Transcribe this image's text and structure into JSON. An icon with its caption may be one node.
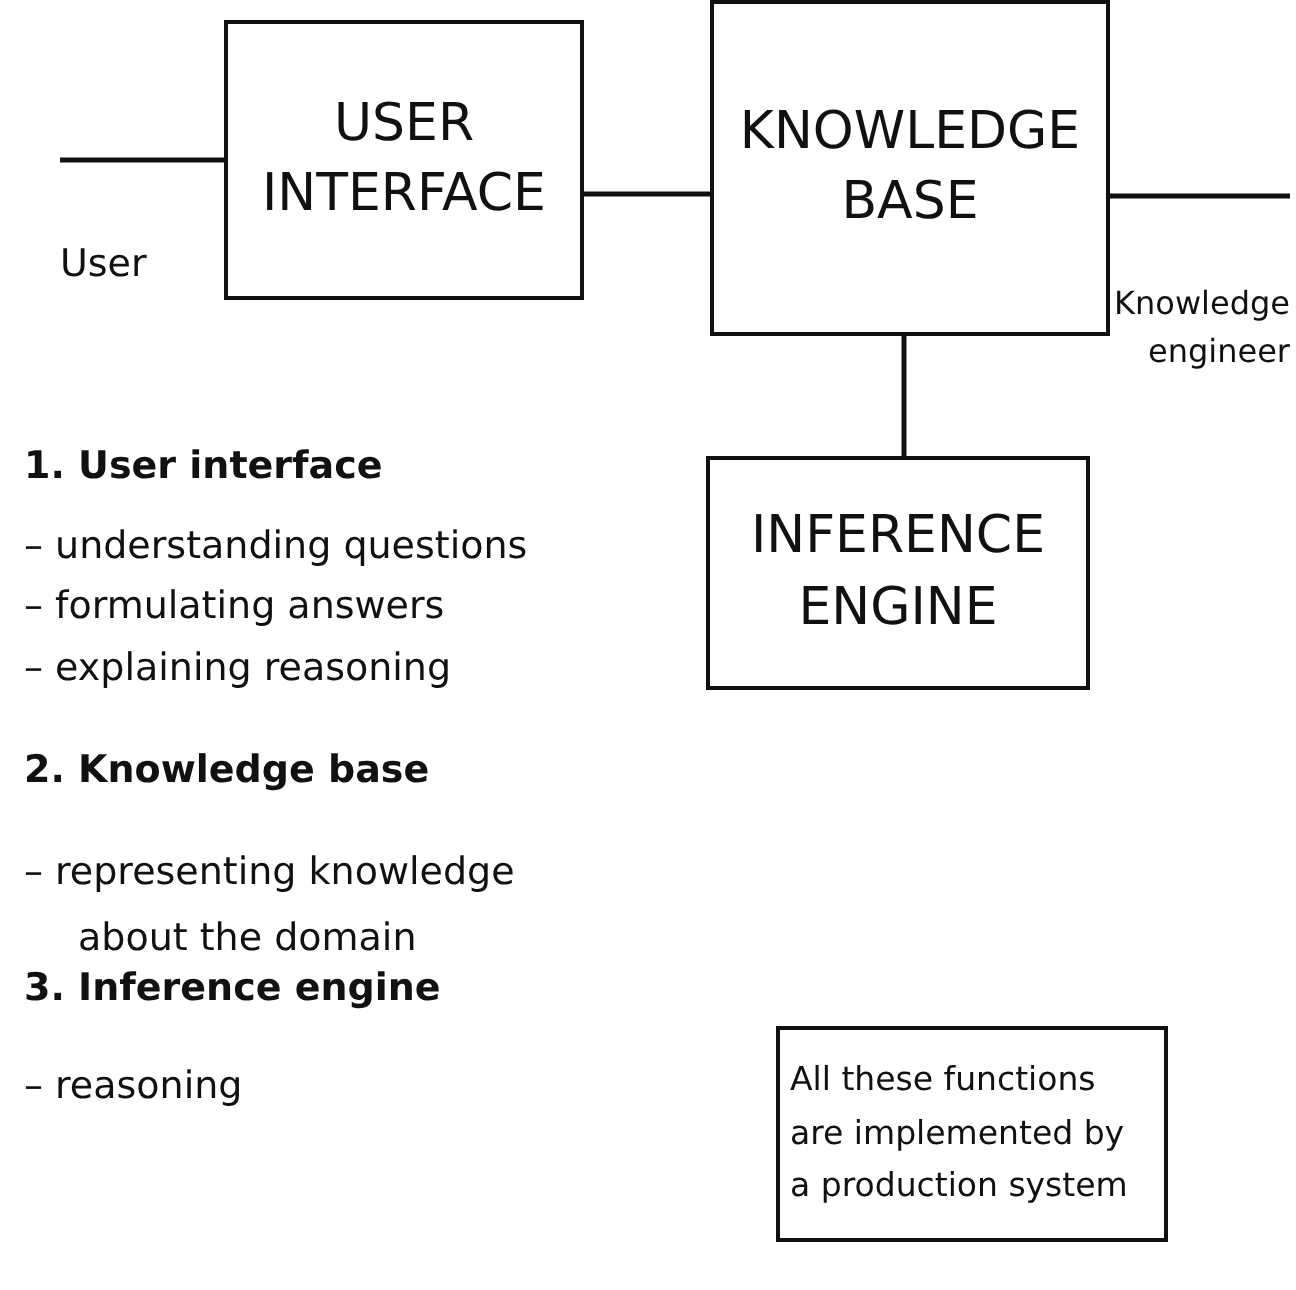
{
  "diagram": {
    "nodes": [
      {
        "text": [
          "USER INTERFACE"
        ]
      },
      {
        "text": [
          "KNOWLEDGE BASE"
        ]
      },
      {
        "text": [
          "INFERENCE ENGINE"
        ]
      },
      {
        "text": [
          "User"
        ]
      },
      {
        "text": [
          "Knowledge engineer"
        ]
      },
      {
        "text": [
          "All these functions are implemented by a production system"
        ]
      }
    ],
    "edges": [
      {
        "from": 3,
        "to": 0,
        "arrow": "none"
      },
      {
        "from": 0,
        "to": 1,
        "arrow": "none"
      },
      {
        "from": 1,
        "to": 4,
        "arrow": "none"
      },
      {
        "from": 1,
        "to": 2,
        "arrow": "none"
      }
    ],
    "labels": [
      "1. User interface",
      "– understanding questions",
      "– formulating answers",
      "– explaining reasoning",
      "2. Knowledge base",
      "– representing knowledge about the domain",
      "3. Inference engine",
      "– reasoning"
    ]
  }
}
